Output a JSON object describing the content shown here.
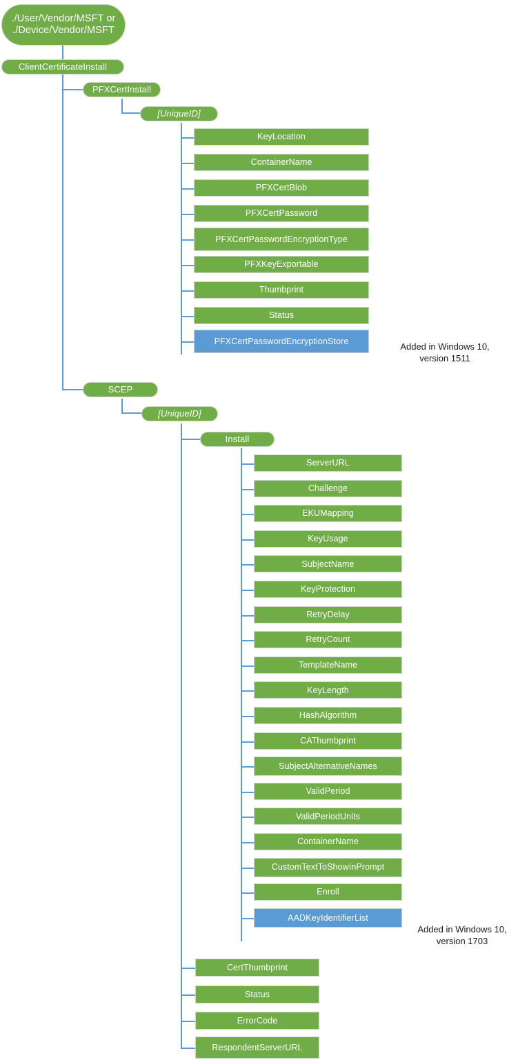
{
  "diagram": {
    "title": "ClientCertificateInstall CSP node tree",
    "colors": {
      "node_green": "#70AD47",
      "node_blue": "#5B9BD5",
      "connector": "#5B9BD5",
      "node_text": "#FFFFFF",
      "annotation_text": "#1A1A1A",
      "background": "#FFFFFF"
    }
  },
  "nodes": {
    "root": "./User/Vendor/MSFT or\n./Device/Vendor/MSFT",
    "client_certificate_install": "ClientCertificateInstall",
    "pfx_cert_install": "PFXCertInstall",
    "pfx_unique_id": "[UniqueID]",
    "scep": "SCEP",
    "scep_unique_id": "[UniqueID]",
    "scep_install": "Install"
  },
  "pfx_children": [
    "KeyLocation",
    "ContainerName",
    "PFXCertBlob",
    "PFXCertPassword",
    "PFXCertPasswordEncryptionType",
    "PFXKeyExportable",
    "Thumbprint",
    "Status",
    "PFXCertPasswordEncryptionStore"
  ],
  "scep_install_children": [
    "ServerURL",
    "Challenge",
    "EKUMapping",
    "KeyUsage",
    "SubjectName",
    "KeyProtection",
    "RetryDelay",
    "RetryCount",
    "TemplateName",
    "KeyLength",
    "HashAlgorithm",
    "CAThumbprint",
    "SubjectAlternativeNames",
    "ValidPeriod",
    "ValidPeriodUnits",
    "ContainerName",
    "CustomTextToShowInPrompt",
    "Enroll",
    "AADKeyIdentifierList"
  ],
  "scep_unique_id_children": [
    "CertThumbprint",
    "Status",
    "ErrorCode",
    "RespondentServerURL"
  ],
  "annotations": {
    "pfx_added": "Added in Windows 10,\nversion 1511",
    "scep_added": "Added in Windows 10,\nversion 1703"
  }
}
